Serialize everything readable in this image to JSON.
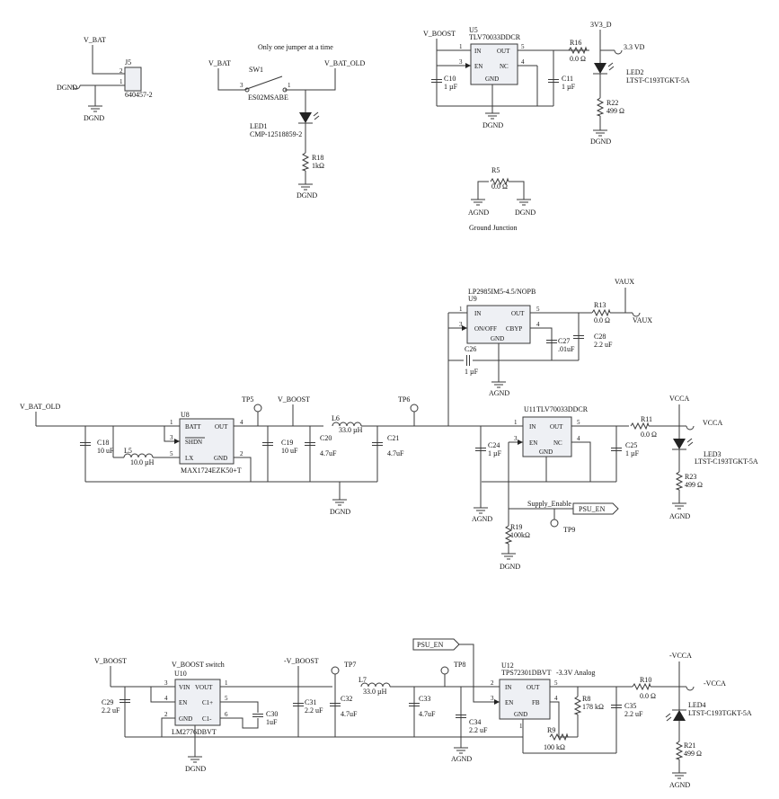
{
  "labels": {
    "vbat": "V_BAT",
    "vbat_old": "V_BAT_OLD",
    "vboost": "V_BOOST",
    "neg_vboost": "-V_BOOST",
    "vboost_switch": "V_BOOST switch",
    "v3v3d": "3V3_D",
    "v33vd": "3.3 VD",
    "vaux": "VAUX",
    "vcca": "VCCA",
    "neg_vcca": "-VCCA",
    "dgnd": "DGND",
    "agnd": "AGND",
    "note_jumper": "Only one jumper at a time",
    "ground_junction": "Ground Junction",
    "supply_enable": "Supply_Enable",
    "psu_en": "PSU_EN",
    "analog_note": "-3.3V Analog"
  },
  "parts": {
    "J5": {
      "ref": "J5",
      "value": "640457-2"
    },
    "SW1": {
      "ref": "SW1",
      "value": "ES02MSABE"
    },
    "LED1": {
      "ref": "LED1",
      "value": "CMP-12518859-2"
    },
    "R18": {
      "ref": "R18",
      "value": "1kΩ"
    },
    "U5": {
      "ref": "U5",
      "value": "TLV70033DDCR"
    },
    "C10": {
      "ref": "C10",
      "value": "1 µF"
    },
    "C11": {
      "ref": "C11",
      "value": "1 µF"
    },
    "R16": {
      "ref": "R16",
      "value": "0.0 Ω"
    },
    "LED2": {
      "ref": "LED2",
      "value": "LTST-C193TGKT-5A"
    },
    "R22": {
      "ref": "R22",
      "value": "499 Ω"
    },
    "R5": {
      "ref": "R5",
      "value": "0.0 Ω"
    },
    "U9": {
      "ref": "U9",
      "value": "LP2985IM5-4.5/NOPB"
    },
    "C26": {
      "ref": "C26",
      "value": "1 µF"
    },
    "C27": {
      "ref": "C27",
      "value": ".01uF"
    },
    "C28": {
      "ref": "C28",
      "value": "2.2 uF"
    },
    "R13": {
      "ref": "R13",
      "value": "0.0 Ω"
    },
    "U8": {
      "ref": "U8",
      "value": "MAX1724EZK50+T"
    },
    "C18": {
      "ref": "C18",
      "value": "10 uF"
    },
    "L5": {
      "ref": "L5",
      "value": "10.0 µH"
    },
    "C19": {
      "ref": "C19",
      "value": "10 uF"
    },
    "C20": {
      "ref": "C20",
      "value": "4.7uF"
    },
    "L6": {
      "ref": "L6",
      "value": "33.0 µH"
    },
    "C21": {
      "ref": "C21",
      "value": "4.7uF"
    },
    "U11": {
      "ref": "U11",
      "value": "TLV70033DDCR"
    },
    "C24": {
      "ref": "C24",
      "value": "1 µF"
    },
    "C25": {
      "ref": "C25",
      "value": "1 µF"
    },
    "R11": {
      "ref": "R11",
      "value": "0.0 Ω"
    },
    "LED3": {
      "ref": "LED3",
      "value": "LTST-C193TGKT-5A"
    },
    "R23": {
      "ref": "R23",
      "value": "499 Ω"
    },
    "R19": {
      "ref": "R19",
      "value": "100kΩ"
    },
    "U10": {
      "ref": "U10",
      "value": "LM2776DBVT"
    },
    "C29": {
      "ref": "C29",
      "value": "2.2 uF"
    },
    "C30": {
      "ref": "C30",
      "value": "1uF"
    },
    "C31": {
      "ref": "C31",
      "value": "2.2 uF"
    },
    "C32": {
      "ref": "C32",
      "value": "4.7uF"
    },
    "L7": {
      "ref": "L7",
      "value": "33.0 µH"
    },
    "C33": {
      "ref": "C33",
      "value": "4.7uF"
    },
    "C34": {
      "ref": "C34",
      "value": "2.2 uF"
    },
    "U12": {
      "ref": "U12",
      "value": "TPS72301DBVT"
    },
    "R8": {
      "ref": "R8",
      "value": "178 kΩ"
    },
    "R9": {
      "ref": "R9",
      "value": "100 kΩ"
    },
    "C35": {
      "ref": "C35",
      "value": "2.2 uF"
    },
    "R10": {
      "ref": "R10",
      "value": "0.0 Ω"
    },
    "LED4": {
      "ref": "LED4",
      "value": "LTST-C193TGKT-5A"
    },
    "R21": {
      "ref": "R21",
      "value": "499 Ω"
    }
  },
  "testpoints": {
    "TP5": "TP5",
    "TP6": "TP6",
    "TP7": "TP7",
    "TP8": "TP8",
    "TP9": "TP9"
  },
  "pins": {
    "u5": {
      "in": "IN",
      "out": "OUT",
      "en": "EN",
      "nc": "NC",
      "gnd": "GND"
    },
    "u9": {
      "in": "IN",
      "out": "OUT",
      "onoff": "ON/OFF",
      "cbyp": "CBYP",
      "gnd": "GND"
    },
    "u8": {
      "batt": "BATT",
      "out": "OUT",
      "shdn": "SHDN",
      "lx": "LX",
      "gnd": "GND"
    },
    "u10": {
      "vin": "VIN",
      "vout": "VOUT",
      "en": "EN",
      "c1p": "C1+",
      "gnd": "GND",
      "c1m": "C1-"
    },
    "u12": {
      "in": "IN",
      "out": "OUT",
      "en": "EN",
      "fb": "FB",
      "gnd": "GND"
    },
    "n1": "1",
    "n2": "2",
    "n3": "3",
    "n4": "4",
    "n5": "5",
    "n6": "6"
  },
  "colors": {
    "ink": "#3a3a3a",
    "chip_fill": "#eef0f4",
    "background": "#ffffff"
  }
}
